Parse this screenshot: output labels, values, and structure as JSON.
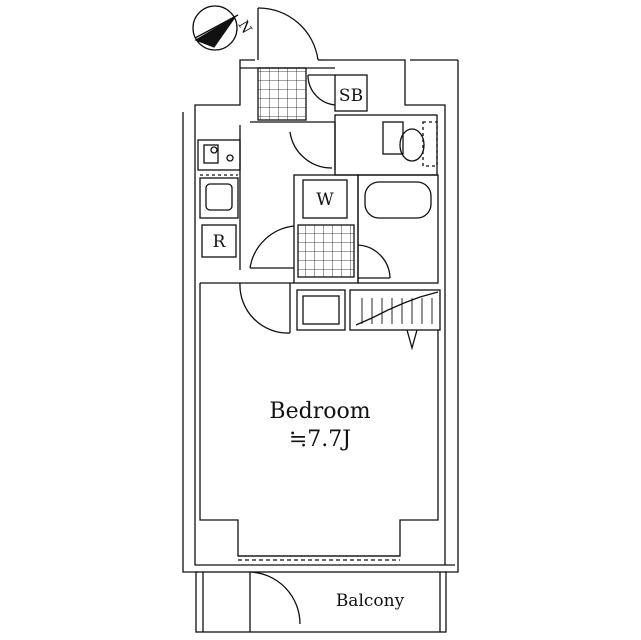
{
  "rooms": {
    "bedroom": {
      "name": "Bedroom",
      "area": "≒7.7J"
    },
    "balcony": {
      "name": "Balcony"
    },
    "storage_box": {
      "code": "SB"
    },
    "washer": {
      "code": "W"
    },
    "refrigerator": {
      "code": "R"
    }
  },
  "compass": {
    "north_label": "N"
  },
  "colors": {
    "line": "#111111",
    "background": "#ffffff"
  }
}
